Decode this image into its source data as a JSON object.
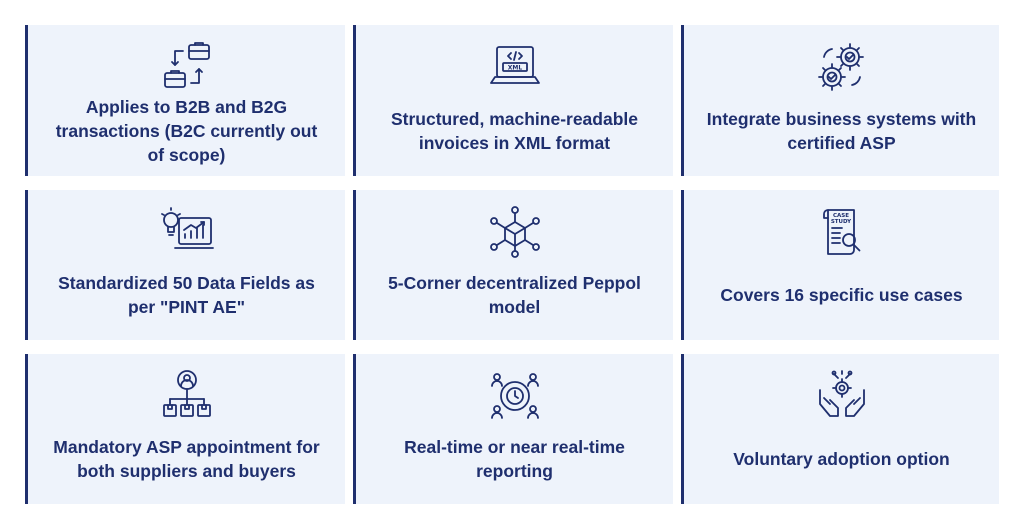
{
  "colors": {
    "navy": "#1f2f6e",
    "card_bg": "#eef3fb"
  },
  "cards": [
    {
      "icon": "workflow-briefcase-icon",
      "text": "Applies to B2B and B2G transactions (B2C currently out of scope)"
    },
    {
      "icon": "xml-laptop-icon",
      "text": "Structured, machine-readable invoices in XML format"
    },
    {
      "icon": "gears-integration-icon",
      "text": "Integrate business systems with certified ASP"
    },
    {
      "icon": "data-analytics-icon",
      "text": "Standardized 50 Data Fields as per \"PINT AE\""
    },
    {
      "icon": "network-cube-icon",
      "text": "5-Corner decentralized Peppol model"
    },
    {
      "icon": "case-study-icon",
      "text": "Covers 16 specific use cases"
    },
    {
      "icon": "user-hierarchy-icon",
      "text": "Mandatory ASP appointment for both suppliers and buyers"
    },
    {
      "icon": "realtime-users-icon",
      "text": "Real-time or near real-time reporting"
    },
    {
      "icon": "hands-gear-icon",
      "text": "Voluntary adoption option"
    }
  ]
}
